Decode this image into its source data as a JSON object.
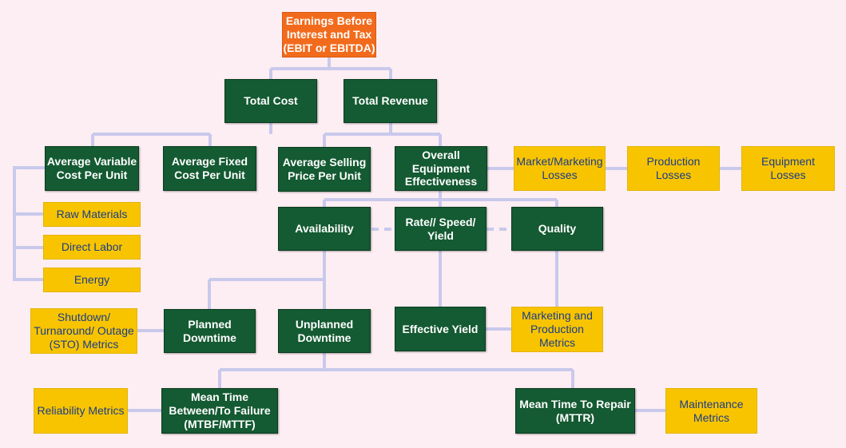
{
  "colors": {
    "background": "#fdeef3",
    "primary_node": "#145a32",
    "metric_node": "#f8c400",
    "metric_text": "#1a3d8a",
    "root_node": "#f26b1c",
    "connector": "#c9c9ec"
  },
  "nodes": {
    "ebit": "Earnings Before\nInterest and Tax\n(EBIT or EBITDA)",
    "total_cost": "Total Cost",
    "total_revenue": "Total Revenue",
    "avg_variable_cost": "Average Variable\nCost Per Unit",
    "avg_fixed_cost": "Average Fixed\nCost Per Unit",
    "avg_selling_price": "Average Selling\nPrice Per Unit",
    "oee": "Overall\nEquipment\nEffectiveness",
    "market_losses": "Market/Marketing\nLosses",
    "production_losses": "Production\nLosses",
    "equipment_losses": "Equipment\nLosses",
    "raw_materials": "Raw Materials",
    "direct_labor": "Direct Labor",
    "energy": "Energy",
    "availability": "Availability",
    "rate_speed_yield": "Rate// Speed/\nYield",
    "quality": "Quality",
    "sto_metrics": "Shutdown/\nTurnaround/ Outage\n(STO) Metrics",
    "planned_downtime": "Planned\nDowntime",
    "unplanned_downtime": "Unplanned\nDowntime",
    "effective_yield": "Effective Yield",
    "marketing_production_metrics": "Marketing  and\nProduction\nMetrics",
    "reliability_metrics": "Reliability Metrics",
    "mtbf": "Mean Time\nBetween/To Failure\n(MTBF/MTTF)",
    "mttr": "Mean Time To Repair\n(MTTR)",
    "maintenance_metrics": "Maintenance\nMetrics"
  }
}
